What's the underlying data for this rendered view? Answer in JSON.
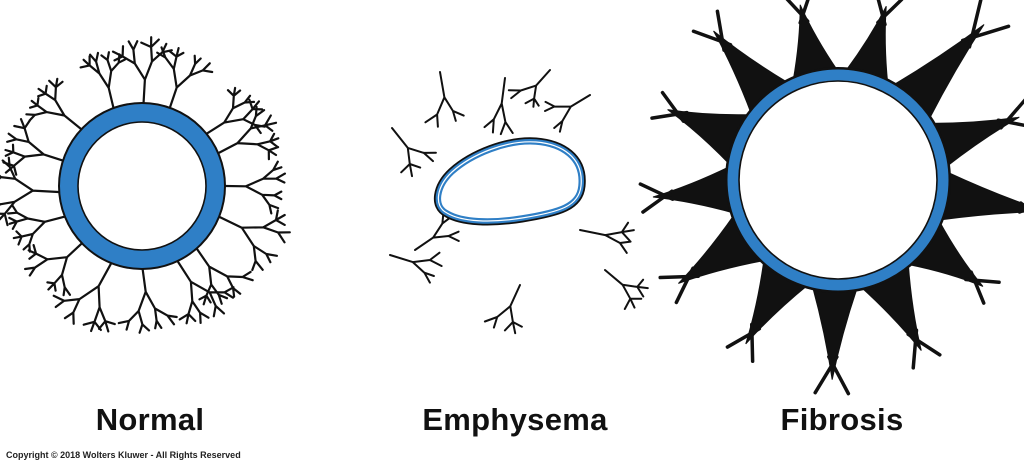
{
  "labels": {
    "normal": "Normal",
    "emphysema": "Emphysema",
    "fibrosis": "Fibrosis"
  },
  "copyright": "Copyright © 2018 Wolters Kluwer - All Rights Reserved",
  "colors": {
    "airway_wall": "#2f7fc6",
    "fiber": "#111111",
    "background": "#ffffff"
  }
}
